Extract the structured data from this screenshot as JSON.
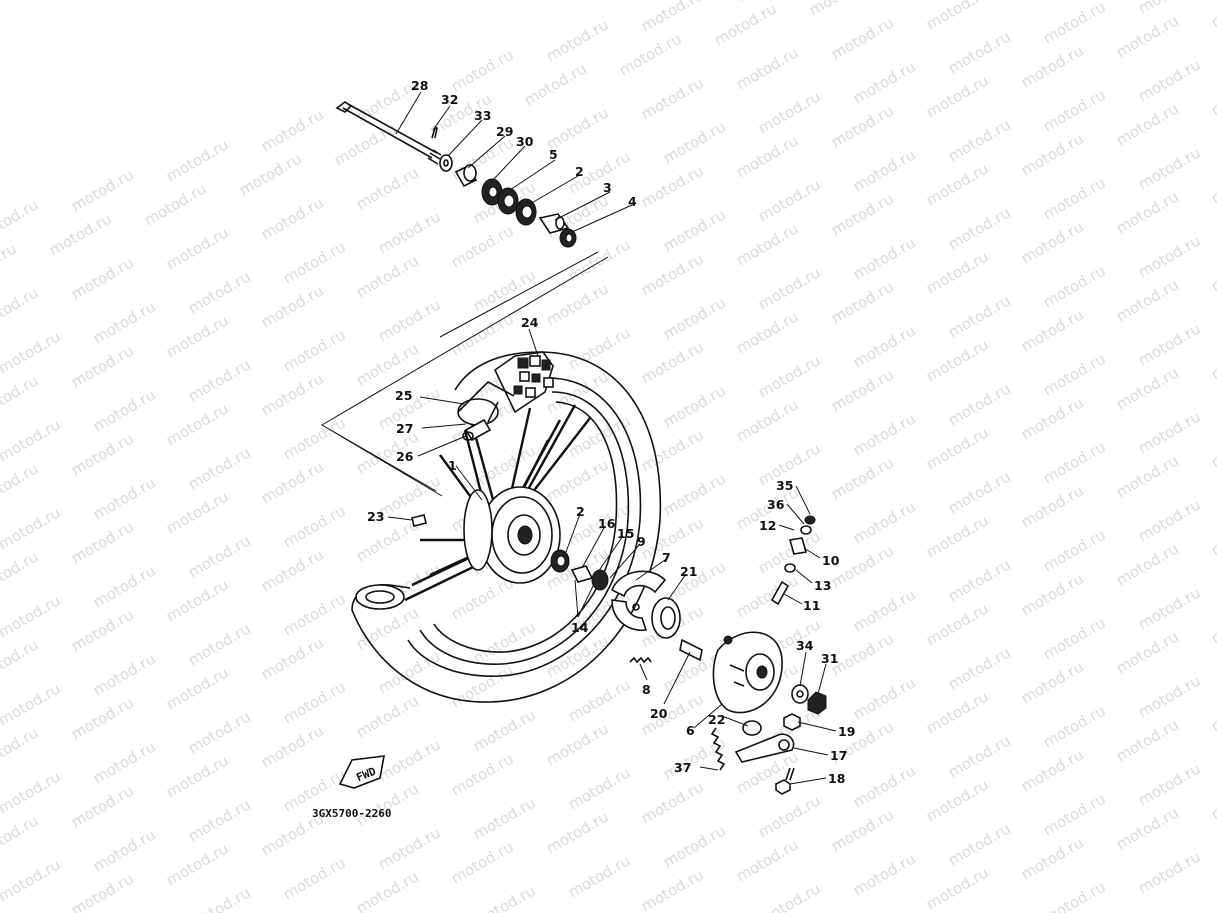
{
  "watermark": {
    "text": "motod.ru",
    "color": "#cfcfcf"
  },
  "diagram_code": "3GX5700-2260",
  "fwd_label": "FWD",
  "parts": {
    "p1": "1",
    "p2a": "2",
    "p2b": "2",
    "p3": "3",
    "p4": "4",
    "p5": "5",
    "p6": "6",
    "p7": "7",
    "p8": "8",
    "p9": "9",
    "p10": "10",
    "p11": "11",
    "p12": "12",
    "p13": "13",
    "p14": "14",
    "p15": "15",
    "p16": "16",
    "p17": "17",
    "p18": "18",
    "p19": "19",
    "p20": "20",
    "p21": "21",
    "p22": "22",
    "p23": "23",
    "p24": "24",
    "p25": "25",
    "p26": "26",
    "p27": "27",
    "p28": "28",
    "p29": "29",
    "p30": "30",
    "p31": "31",
    "p32": "32",
    "p33": "33",
    "p34": "34",
    "p35": "35",
    "p36": "36",
    "p37": "37"
  }
}
